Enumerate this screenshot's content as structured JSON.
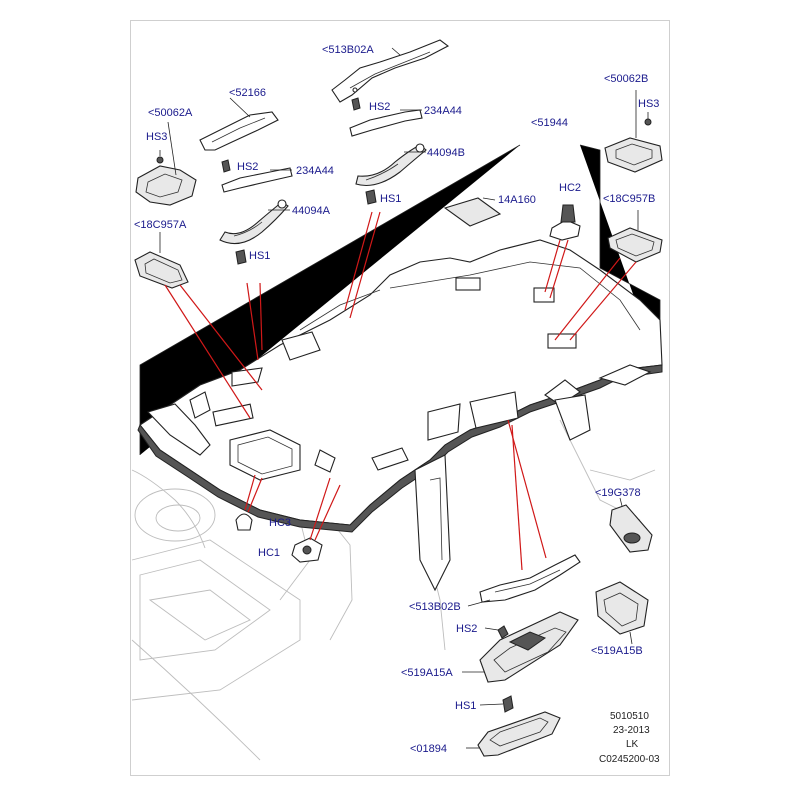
{
  "callouts": {
    "c_513B02A": "<513B02A",
    "c_52166": "<52166",
    "c_HS2_a": "HS2",
    "c_234A44_a": "234A44",
    "c_50062A": "<50062A",
    "c_HS3_a": "HS3",
    "c_HS2_b": "HS2",
    "c_234A44_b": "234A44",
    "c_44094B": "44094B",
    "c_51944": "<51944",
    "c_50062B": "<50062B",
    "c_HS3_b": "HS3",
    "c_HS1_a": "HS1",
    "c_14A160": "14A160",
    "c_HC2": "HC2",
    "c_44094A": "44094A",
    "c_18C957A": "<18C957A",
    "c_18C957B": "<18C957B",
    "c_HS1_b": "HS1",
    "c_HC3": "HC3",
    "c_HC1": "HC1",
    "c_19G378": "<19G378",
    "c_513B02B": "<513B02B",
    "c_HS2_c": "HS2",
    "c_519A15B": "<519A15B",
    "c_519A15A": "<519A15A",
    "c_HS1_c": "HS1",
    "c_01894": "<01894"
  },
  "footer": {
    "line1": "5010510",
    "line2": "23-2013",
    "line3": "LK",
    "line4": "C0245200-03"
  },
  "colors": {
    "callout_text": "#1a1a8c",
    "callout_line": "#d01818",
    "ink": "#222222"
  }
}
